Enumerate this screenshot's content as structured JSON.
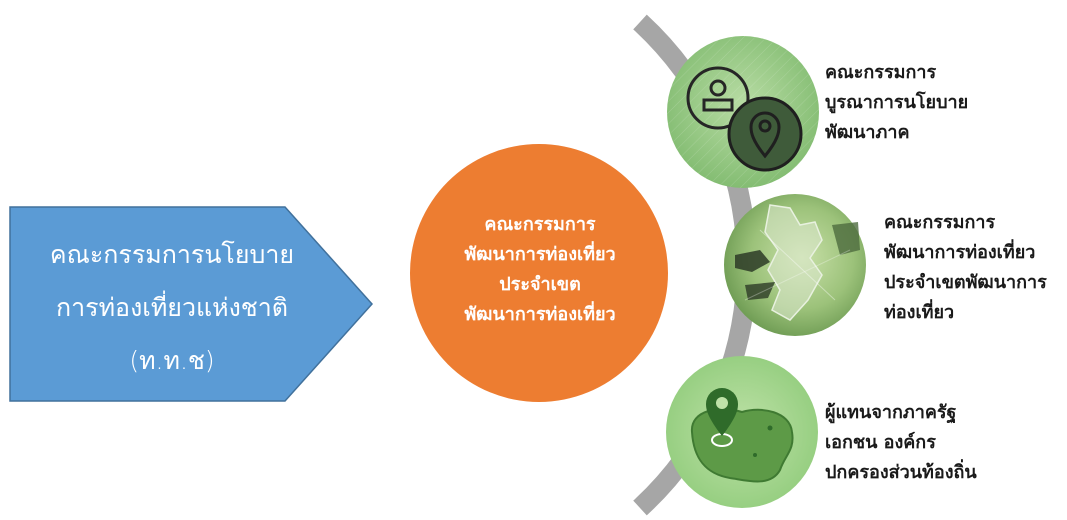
{
  "left_arrow": {
    "line1": "คณะกรรมการนโยบาย",
    "line2": "การท่องเที่ยวแห่งชาติ",
    "line3": "(ท.ท.ช)",
    "color": "#5b9bd5"
  },
  "center_circle": {
    "line1": "คณะกรรมการ",
    "line2": "พัฒนาการท่องเที่ยว",
    "line3": "ประจำเขต",
    "line4": "พัฒนาการท่องเที่ยว",
    "color": "#ed7d31"
  },
  "nodes": [
    {
      "icon": "person-location-icon",
      "line1": "คณะกรรมการ",
      "line2": "บูรณาการนโยบาย",
      "line3": "พัฒนาภาค"
    },
    {
      "icon": "region-map-icon",
      "line1": "คณะกรรมการ",
      "line2": "พัฒนาการท่องเที่ยว",
      "line3": "ประจำเขตพัฒนาการ",
      "line4": "ท่องเที่ยว"
    },
    {
      "icon": "map-pin-icon",
      "line1": "ผู้แทนจากภาครัฐ",
      "line2": "เอกชน องค์กร",
      "line3": "ปกครองส่วนท้องถิ่น"
    }
  ],
  "colors": {
    "arc": "#a6a6a6",
    "node_green": "#8fc97f"
  }
}
